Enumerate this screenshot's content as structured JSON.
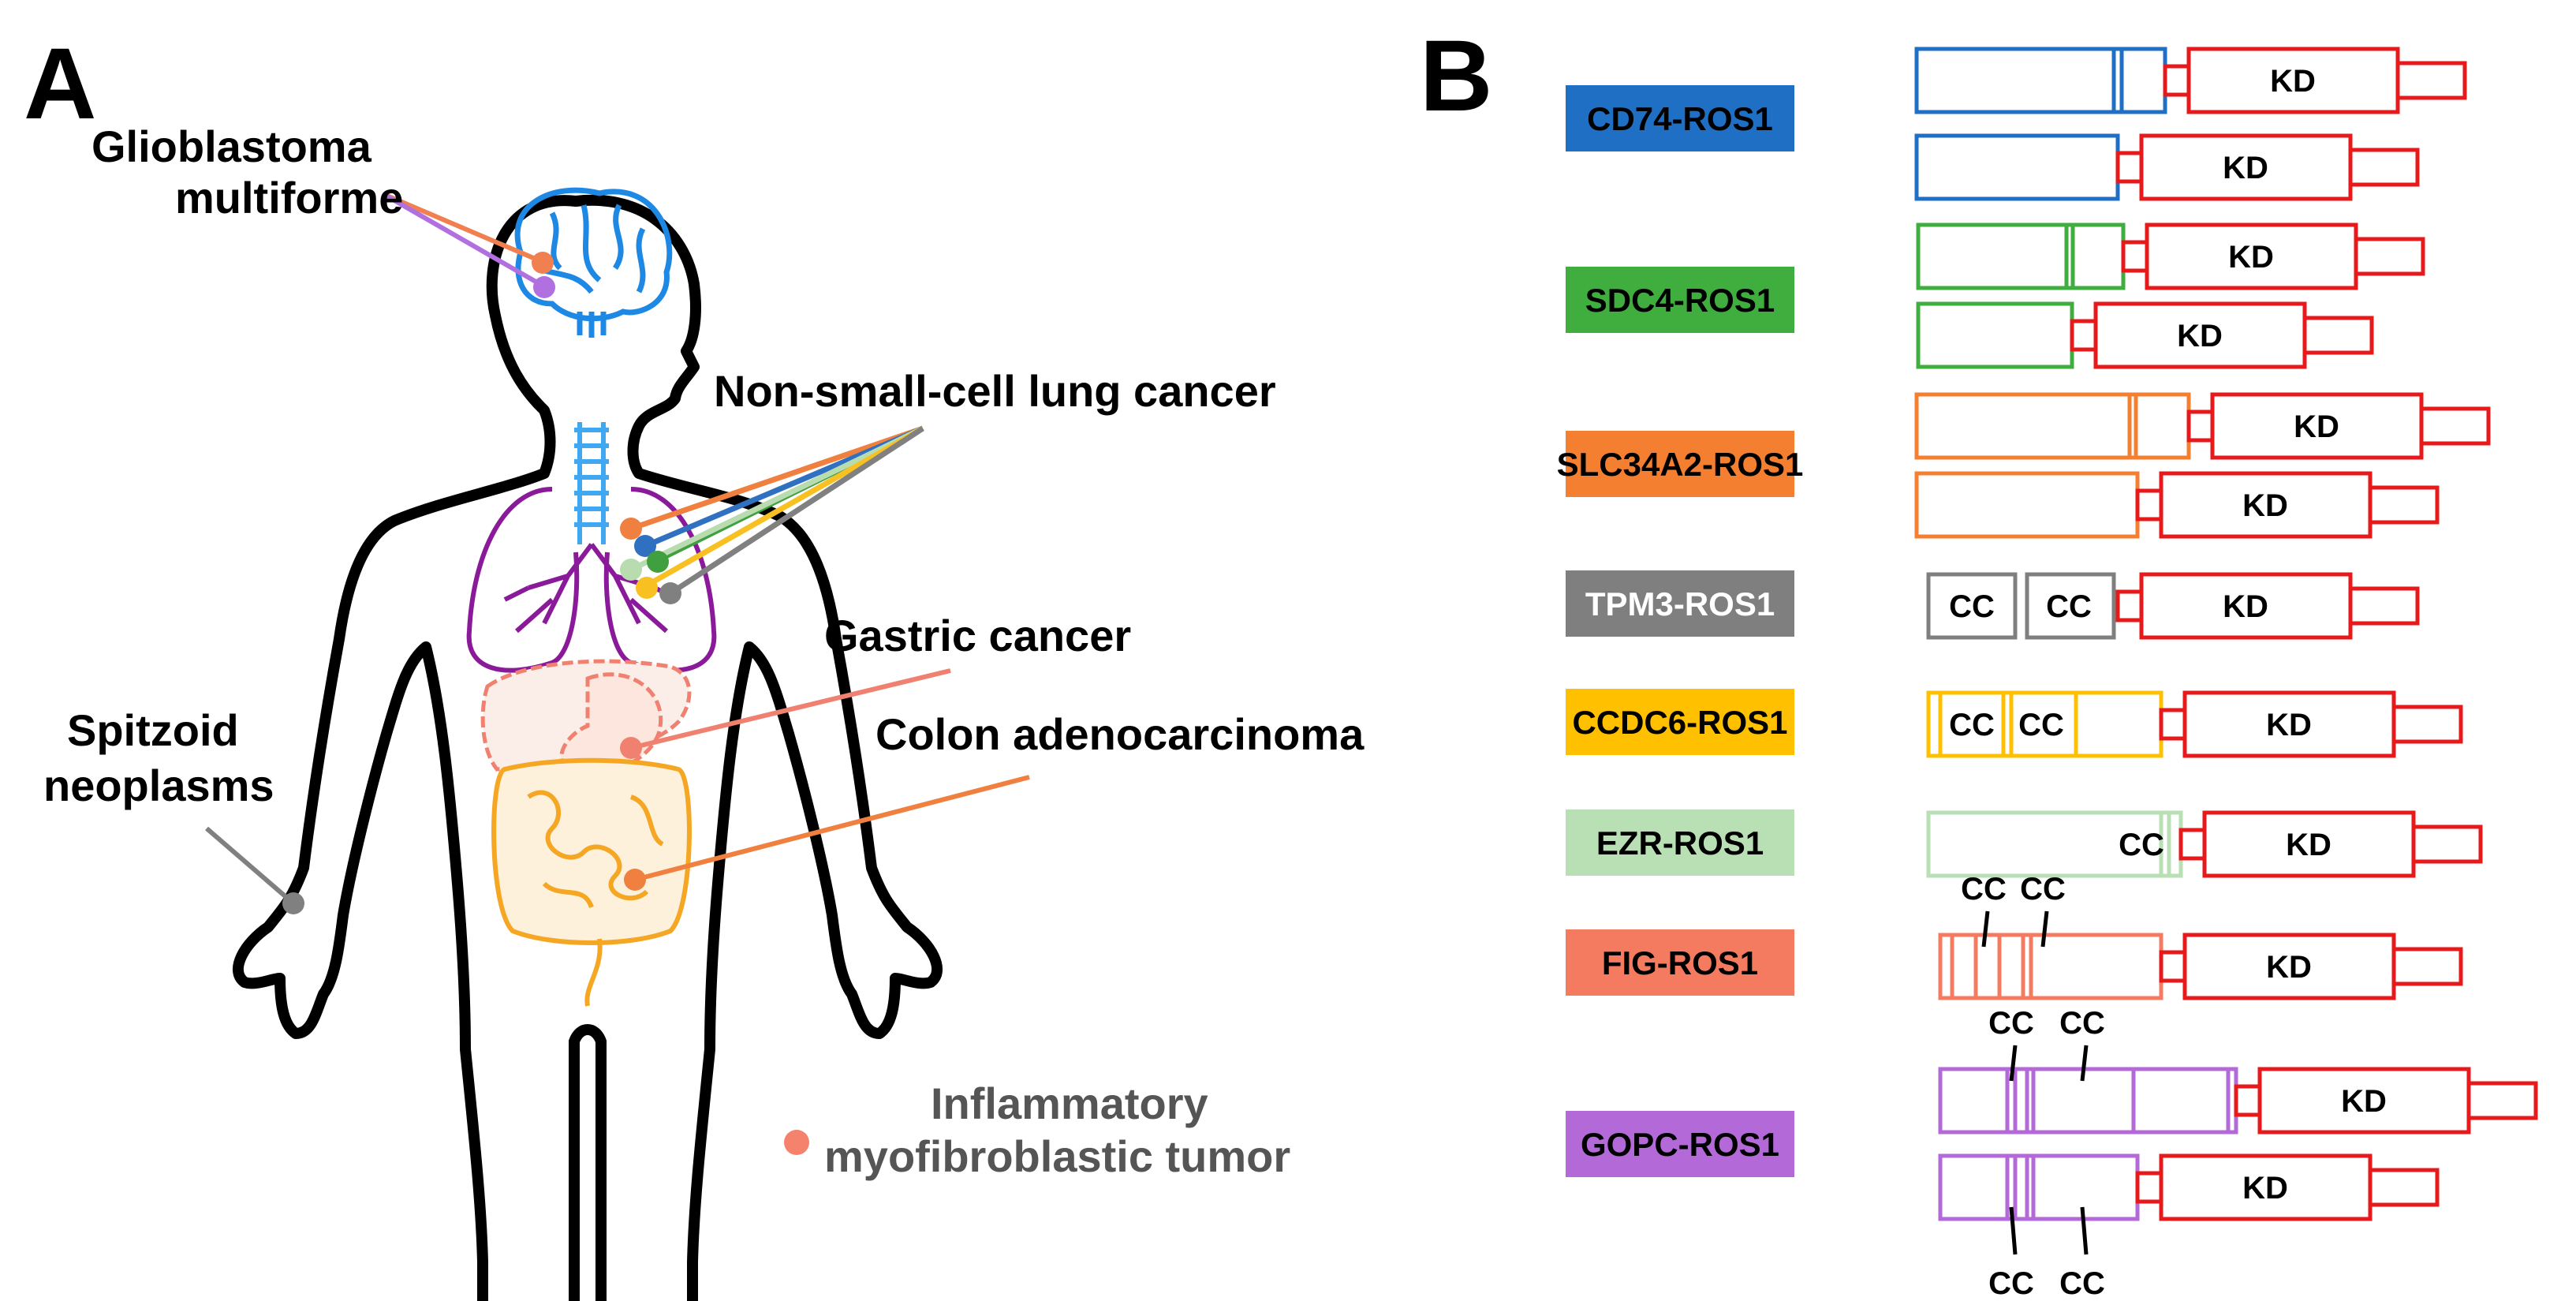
{
  "panels": {
    "a": "A",
    "b": "B"
  },
  "diseases": {
    "glioblastoma_line1": "Glioblastoma",
    "glioblastoma_line2": "multiforme",
    "nsclc": "Non-small-cell lung cancer",
    "gastric": "Gastric cancer",
    "colon": "Colon adenocarcinoma",
    "spitzoid_line1": "Spitzoid",
    "spitzoid_line2": "neoplasms",
    "imt_line1": "Inflammatory",
    "imt_line2": "myofibroblastic tumor"
  },
  "marker_colors": {
    "glioblastoma": [
      "#f08050",
      "#b070e0"
    ],
    "nsclc": [
      "#f08040",
      "#3070c0",
      "#40a040",
      "#b8dcb0",
      "#f8c020",
      "#808080"
    ],
    "gastric": "#f08070",
    "colon": "#f08040",
    "spitzoid": "#808080",
    "imt": "#f4826c"
  },
  "domains": {
    "kinase": "KD",
    "coiled_coil": "CC"
  },
  "fusions": [
    {
      "label": "CD74-ROS1",
      "color": "#1f6fc5",
      "text_color": "#000000"
    },
    {
      "label": "SDC4-ROS1",
      "color": "#3fae3f",
      "text_color": "#000000"
    },
    {
      "label": "SLC34A2-ROS1",
      "color": "#f47f30",
      "text_color": "#000000"
    },
    {
      "label": "TPM3-ROS1",
      "color": "#7f7f7f",
      "text_color": "#ffffff"
    },
    {
      "label": "CCDC6-ROS1",
      "color": "#ffc000",
      "text_color": "#000000"
    },
    {
      "label": "EZR-ROS1",
      "color": "#b9dfb4",
      "text_color": "#000000"
    },
    {
      "label": "FIG-ROS1",
      "color": "#f47b60",
      "text_color": "#000000"
    },
    {
      "label": "GOPC-ROS1",
      "color": "#b36ad8",
      "text_color": "#000000"
    }
  ],
  "ros1_color": "#e8191b",
  "organ_colors": {
    "outline": "#000000",
    "brain": "#1e88e5",
    "trachea": "#40a8f0",
    "lungs": "#8b1a9a",
    "liver": "#f08070",
    "intestine": "#f5a623"
  }
}
